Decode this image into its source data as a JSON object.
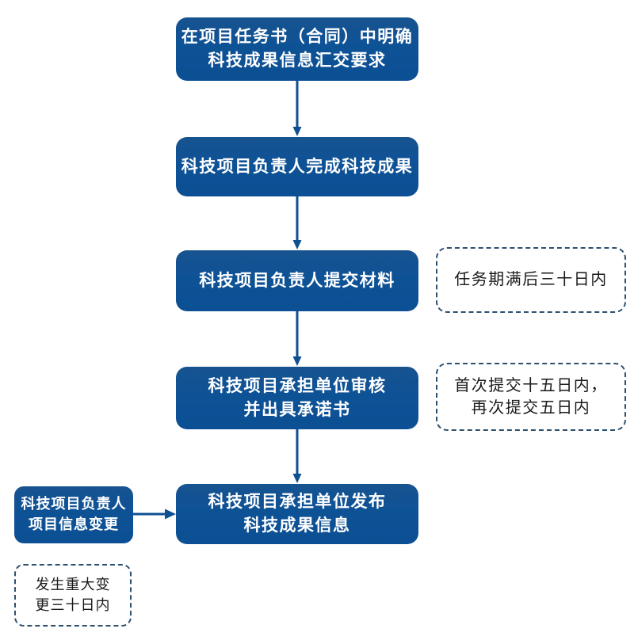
{
  "diagram": {
    "title_text": "",
    "colors": {
      "node_fill": "#0e5296",
      "node_text": "#ffffff",
      "note_border": "#2d506f",
      "note_text": "#1a1a1a",
      "connector": "#0f5090",
      "background": "#ffffff"
    },
    "nodes": [
      {
        "id": "n1",
        "name": "define-submission-requirement",
        "lines": [
          "在项目任务书（合同）中明确",
          "科技成果信息汇交要求"
        ]
      },
      {
        "id": "n2",
        "name": "complete-achievement",
        "lines": [
          "科技项目负责人完成科技成果"
        ]
      },
      {
        "id": "n3",
        "name": "submit-materials",
        "lines": [
          "科技项目负责人提交材料"
        ]
      },
      {
        "id": "n4",
        "name": "unit-review-and-commitment",
        "lines": [
          "科技项目承担单位审核",
          "并出具承诺书"
        ]
      },
      {
        "id": "n5",
        "name": "publish-achievement-info",
        "lines": [
          "科技项目承担单位发布",
          "科技成果信息"
        ]
      },
      {
        "id": "side",
        "name": "project-info-change",
        "lines": [
          "科技项目负责人",
          "项目信息变更"
        ]
      }
    ],
    "notes": [
      {
        "id": "r1",
        "name": "deadline-after-task-period",
        "lines": [
          "任务期满后三十日内"
        ]
      },
      {
        "id": "r2",
        "name": "deadline-review-days",
        "lines": [
          "首次提交十五日内，",
          "再次提交五日内"
        ]
      },
      {
        "id": "b1",
        "name": "deadline-major-change",
        "lines": [
          "发生重大变",
          "更三十日内"
        ]
      }
    ],
    "connectors": [
      {
        "id": "c1",
        "name": "arrow-n1-to-n2",
        "direction": "down"
      },
      {
        "id": "c2",
        "name": "arrow-n2-to-n3",
        "direction": "down"
      },
      {
        "id": "c3",
        "name": "arrow-n3-to-n4",
        "direction": "down"
      },
      {
        "id": "c4",
        "name": "arrow-n4-to-n5",
        "direction": "down"
      },
      {
        "id": "c5",
        "name": "arrow-side-to-n5",
        "direction": "right"
      }
    ]
  }
}
